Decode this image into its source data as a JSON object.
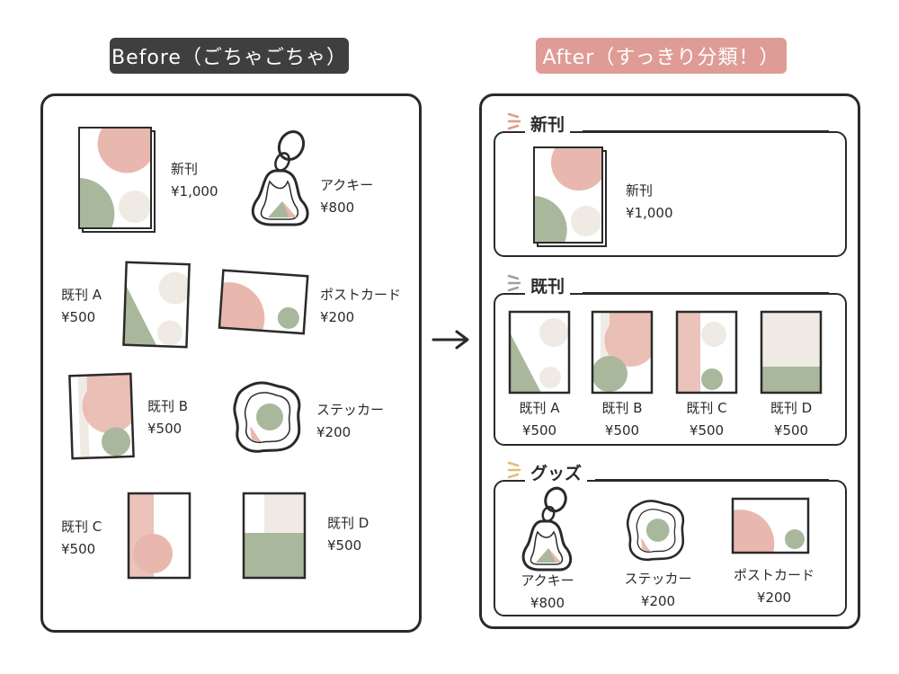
{
  "before": {
    "title": "Before（ごちゃごちゃ）",
    "items": [
      {
        "name": "新刊",
        "price": "¥1,000"
      },
      {
        "name": "アクキー",
        "price": "¥800"
      },
      {
        "name": "既刊 A",
        "price": "¥500"
      },
      {
        "name": "ポストカード",
        "price": "¥200"
      },
      {
        "name": "既刊 B",
        "price": "¥500"
      },
      {
        "name": "ステッカー",
        "price": "¥200"
      },
      {
        "name": "既刊 C",
        "price": "¥500"
      },
      {
        "name": "既刊 D",
        "price": "¥500"
      }
    ]
  },
  "after": {
    "title": "After（すっきり分類！）",
    "groups": [
      {
        "title": "新刊",
        "items": [
          {
            "name": "新刊",
            "price": "¥1,000"
          }
        ]
      },
      {
        "title": "既刊",
        "items": [
          {
            "name": "既刊 A",
            "price": "¥500"
          },
          {
            "name": "既刊 B",
            "price": "¥500"
          },
          {
            "name": "既刊 C",
            "price": "¥500"
          },
          {
            "name": "既刊 D",
            "price": "¥500"
          }
        ]
      },
      {
        "title": "グッズ",
        "items": [
          {
            "name": "アクキー",
            "price": "¥800"
          },
          {
            "name": "ステッカー",
            "price": "¥200"
          },
          {
            "name": "ポストカード",
            "price": "¥200"
          }
        ]
      }
    ]
  },
  "colors": {
    "pink": "#e8b8ae",
    "green": "#a9b89c",
    "beige": "#efebe4",
    "dark": "#2a2a2a",
    "pill_before": "#3f3f3f",
    "pill_after": "#df9c96",
    "accent_orange": "#e39a84",
    "accent_gray": "#9aa3a0",
    "accent_yellow": "#e3be74"
  },
  "icons": {
    "arrow": "arrow-right-icon",
    "keychain": "acrylic-keychain-icon",
    "sticker": "sticker-icon",
    "postcard": "postcard-icon",
    "book": "book-icon"
  }
}
